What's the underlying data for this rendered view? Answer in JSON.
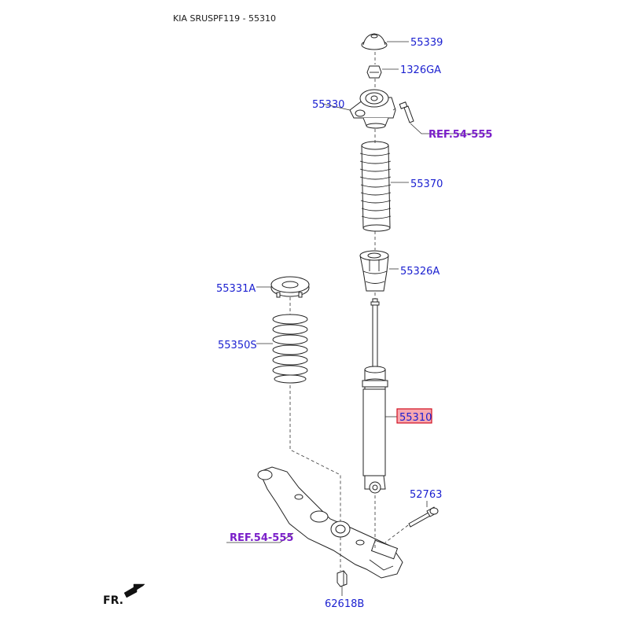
{
  "header": {
    "title": "KIA SRUSPF119 - 55310"
  },
  "labels": {
    "p55339": "55339",
    "p1326GA": "1326GA",
    "p55330": "55330",
    "ref_top": "REF.54-555",
    "p55370": "55370",
    "p55326A": "55326A",
    "p55331A": "55331A",
    "p55350S": "55350S",
    "p55310": "55310",
    "p52763": "52763",
    "ref_bottom": "REF.54-555",
    "p62618B": "62618B"
  },
  "direction": {
    "label": "FR."
  },
  "colors": {
    "part_label": "#1a1fd0",
    "ref_label": "#7a1fc9",
    "highlight_fill": "#f7a7b0",
    "highlight_stroke": "#d01020",
    "line": "#222222"
  },
  "highlighted_part": "55310"
}
